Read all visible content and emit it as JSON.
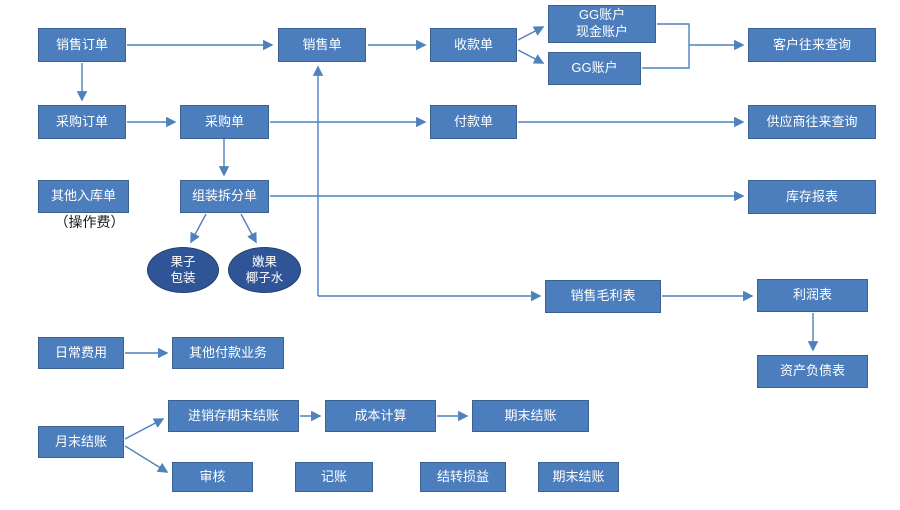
{
  "diagram": {
    "nodes": {
      "sales_order": "销售订单",
      "sales_slip": "销售单",
      "receipt_slip": "收款单",
      "gg_cash_account": "GG账户\n现金账户",
      "gg_account": "GG账户",
      "customer_query": "客户往来查询",
      "purchase_order": "采购订单",
      "purchase_slip": "采购单",
      "payment_slip": "付款单",
      "supplier_query": "供应商往来查询",
      "other_inbound": "其他入库单",
      "operation_fee_note": "（操作费）",
      "assembly_split": "组装拆分单",
      "inventory_report": "库存报表",
      "fruit_packaging": "果子\n包装",
      "coconut_water": "嫩果\n椰子水",
      "gross_profit": "销售毛利表",
      "profit_statement": "利润表",
      "balance_sheet": "资产负债表",
      "daily_expense": "日常费用",
      "other_payment": "其他付款业务",
      "inventory_closing": "进销存期末结账",
      "cost_calc": "成本计算",
      "period_end_top": "期末结账",
      "month_end": "月末结账",
      "audit": "审核",
      "bookkeeping": "记账",
      "carryover": "结转损益",
      "period_end_bottom": "期末结账"
    },
    "edges": [
      {
        "from": "sales_order",
        "to": "purchase_order"
      },
      {
        "from": "sales_order",
        "to": "sales_slip"
      },
      {
        "from": "sales_slip",
        "to": "receipt_slip"
      },
      {
        "from": "receipt_slip",
        "to": "gg_cash_account"
      },
      {
        "from": "receipt_slip",
        "to": "gg_account"
      },
      {
        "from": "gg_cash_account",
        "to": "customer_query",
        "note": "merged with gg_account via bracket"
      },
      {
        "from": "gg_account",
        "to": "customer_query",
        "note": "merged with gg_cash_account via bracket"
      },
      {
        "from": "purchase_order",
        "to": "purchase_slip"
      },
      {
        "from": "purchase_slip",
        "to": "payment_slip"
      },
      {
        "from": "payment_slip",
        "to": "supplier_query"
      },
      {
        "from": "purchase_slip",
        "to": "assembly_split"
      },
      {
        "from": "assembly_split",
        "to": "fruit_packaging"
      },
      {
        "from": "assembly_split",
        "to": "coconut_water"
      },
      {
        "from": "assembly_split",
        "to": "inventory_report"
      },
      {
        "from": "sales_slip",
        "to": "gross_profit",
        "note": "elbow connector with arrowheads at both sales_slip and gross_profit"
      },
      {
        "from": "gross_profit",
        "to": "profit_statement"
      },
      {
        "from": "profit_statement",
        "to": "balance_sheet"
      },
      {
        "from": "daily_expense",
        "to": "other_payment"
      },
      {
        "from": "month_end",
        "to": "inventory_closing"
      },
      {
        "from": "month_end",
        "to": "audit"
      },
      {
        "from": "inventory_closing",
        "to": "cost_calc"
      },
      {
        "from": "cost_calc",
        "to": "period_end_top"
      }
    ],
    "colors": {
      "box_fill": "#4C7EBD",
      "box_border": "#3A618F",
      "ellipse_fill": "#2F5597",
      "ellipse_border": "#24406F",
      "connector": "#4F81BD",
      "box_text": "#FFFFFF",
      "note_text": "#000000",
      "background": "#FFFFFF"
    }
  }
}
